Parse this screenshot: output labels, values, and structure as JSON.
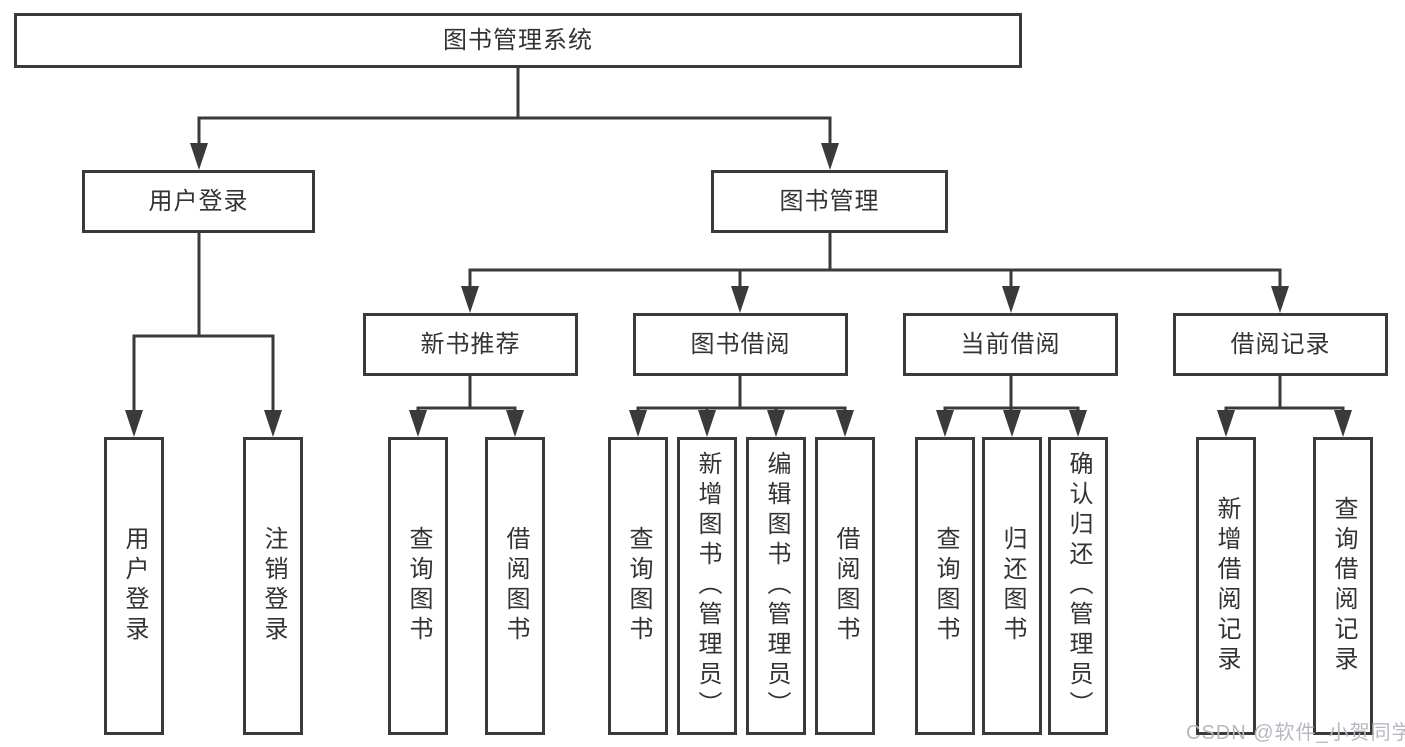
{
  "diagram": {
    "title": "图书管理系统",
    "branches": [
      {
        "label": "用户登录",
        "children": [
          {
            "label": "用户登录"
          },
          {
            "label": "注销登录"
          }
        ]
      },
      {
        "label": "图书管理",
        "children": [
          {
            "label": "新书推荐",
            "children": [
              {
                "label": "查询图书"
              },
              {
                "label": "借阅图书"
              }
            ]
          },
          {
            "label": "图书借阅",
            "children": [
              {
                "label": "查询图书"
              },
              {
                "label": "新增图书（管理员）"
              },
              {
                "label": "编辑图书（管理员）"
              },
              {
                "label": "借阅图书"
              }
            ]
          },
          {
            "label": "当前借阅",
            "children": [
              {
                "label": "查询图书"
              },
              {
                "label": "归还图书"
              },
              {
                "label": "确认归还（管理员）"
              }
            ]
          },
          {
            "label": "借阅记录",
            "children": [
              {
                "label": "新增借阅记录"
              },
              {
                "label": "查询借阅记录"
              }
            ]
          }
        ]
      }
    ],
    "colors": {
      "line": "#3a3a3a",
      "text": "#333333",
      "background": "#ffffff",
      "watermark": "#b5b9c0"
    }
  },
  "watermark": {
    "text": "CSDN @软件_小贺同学"
  }
}
